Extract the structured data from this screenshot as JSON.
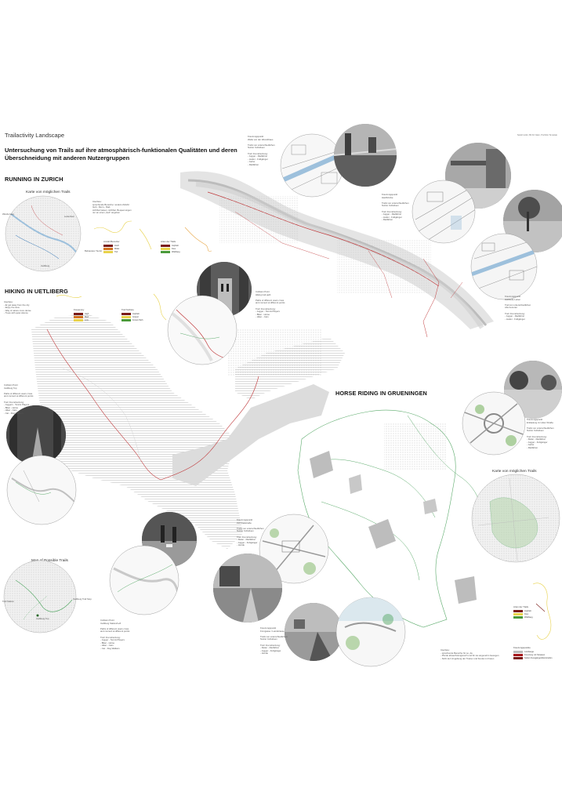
{
  "header": {
    "subtitle": "Trailactivity Landscape",
    "title": "Untersuchung von Trails auf ihre atmosphärisch-funktionalen Qualitäten und deren Überschneidung mit anderen Nutzergruppen",
    "top_right_note": "Sarah Hofer, Bit für Natur, Portfolio Template"
  },
  "sections": {
    "running": "RUNNING IN ZURICH",
    "hiking": "HIKING IN UETLIBERG",
    "horse": "HORSE RIDING IN GRUENINGEN"
  },
  "captions": {
    "running_map": "Karte von möglichen Trails",
    "hiking_map": "Map of Possible Trails",
    "horse_map": "Karte von möglichen Trails"
  },
  "map_labels": {
    "running_left": "Wanderweg",
    "running_top": "Lettenbad",
    "running_bottom_right": "Bebauteter Teufel",
    "running_bottom": "Uetliberg",
    "hiking_left": "Trail Station",
    "hiking_center": "Uetliberg Top",
    "hiking_right": "Uetliberg Trail Stop"
  },
  "notes": {
    "running_top_left": "Interface:\nsprechende Bereiche / anders Zufahrt\nGeh-, Renn-, Rad-\nsichtbar lassen, sichtbar. Bequemungen\nnur an einen „Gelt“ angeben",
    "running_circle_top": "Kreuzungspunkt\nWelle von der Wenckhaus\n\nTrails von unterschiedlichen\nNutzer Individuen\n\nTrail:      Fremdnutzung:\n- Jogger    - Radfahrer\n- Läufer    - Fußgänger\n- Geher\n- Radfahrer",
    "running_circle_mid": "Kreuzungspunkt\nHardbrücke\n\nTrails von unterschiedlichen\nNutzer Individuen\n\nTrail:     Fremdnutzung:\n- Jogger   - Radfahrer\n- Läufer   - Fußgänger\n- Radfahrer",
    "running_circle_right": "Kreuzungspunkt\nHaltstelle Letten\n\nTrail von unterschiedlichen\nAbs herunter\n\nTrail:   Fremdnutzung:\n- Jogger - Radfahrer\n- Läufer - Fußgänger",
    "hiking_left": "Interface:\n- Er get away from the city\n- Enjoy the view\n- Way of nature more dense\n- Trees with quiet silence",
    "hiking_circle_top": "Collision Point\nHiking trail path\n\nPaths of different users cross\nand connect at different points\n\nTrail:    Fremdnutzung:\n- Jogger  - Tennis Players\n- Biker   - Horse\n- Hiker   - Cars",
    "hiking_mid_left": "Collision Point\nUetliberg Top\n\nPaths of different users cross\nand connect at different points\n\nTrail:      Fremdnutzung:\n- Joggers   - Tennis Players\n- Biker     - Horse\n- Hiker     - Cars\n- Car       - Dog Walkers",
    "hiking_bottom": "Collision Point\nUetliberg Station/Left\n\nPaths of different users cross\nand connect at different points\n\nTrail:     Fremdnutzung:\n- Jogger   - Tennis Players\n- Biker    - Horse\n- Hiker    - Cars\n- Car      - Dog Walkers",
    "horse_circle_top": "Kreuzungspunkt\nEntlastung zur alten Straße\n\nTrails von unterschiedlichen\nNutzer Individuen\n\nTrail:     Fremdnutzung:\n- Reiter   - Radfahrer\n- Jogger   - Fußgänger\n- Geher\n- Radfahrer",
    "horse_circle_mid": "Kreuzungspunkt\nZell Wattstraße\n\nTrails von unterschiedlichen\nNutzer Individuen\n\nTrail:     Fremdnutzung:\n- Reiter   - Radfahrer\n- Jogger   - Fußgänger\n- Hunde",
    "horse_circle_bottom": "Kreuzungspunkt\nFrongasse / Landstrasse\n\nTrails von unterschiedlichen\nNutzer Individuen\n\nTrail:     Fremdnutzung:\n- Reiter   - Radfahrer\n- Jogger   - Fußgänger\n- Hunde",
    "horse_bottom": "Interface:\n- sprechende Bereiche für so, da\n- Pferde abwechslungsreich und für sie angenehm bewegen\n- Sicht der Umgebung der Trainer und Kunde im Freien"
  },
  "legends": {
    "running_a": {
      "title": "Anzahl Benutzer",
      "items": [
        {
          "label": "Hoch",
          "color": "#7a1a16"
        },
        {
          "label": "Mittel",
          "color": "#d4731f"
        },
        {
          "label": "Tief",
          "color": "#e8d24a"
        }
      ]
    },
    "running_b": {
      "title": "Arten der Trails",
      "items": [
        {
          "label": "Asphalt",
          "color": "#7a1a16"
        },
        {
          "label": "Kies",
          "color": "#e8d24a"
        },
        {
          "label": "Waldweg",
          "color": "#4a9a3a"
        }
      ]
    },
    "hiking_a": {
      "title": "Frequency",
      "items": [
        {
          "label": "High",
          "color": "#7a1a16"
        },
        {
          "label": "Med",
          "color": "#d4731f"
        },
        {
          "label": "Low",
          "color": "#e8d24a"
        }
      ]
    },
    "hiking_b": {
      "title": "Trail Surface",
      "items": [
        {
          "label": "Asphalt",
          "color": "#7a1a16"
        },
        {
          "label": "Gravel",
          "color": "#e8d24a"
        },
        {
          "label": "Forest Path",
          "color": "#4a9a3a"
        }
      ]
    },
    "horse_a": {
      "title": "Arten der Trails",
      "items": [
        {
          "label": "Asphalt",
          "color": "#7a1a16"
        },
        {
          "label": "Kies",
          "color": "#e8d24a"
        },
        {
          "label": "Waldweg",
          "color": "#4a9a3a"
        }
      ]
    },
    "horse_b": {
      "title": "Kreuzungspunkte",
      "items": [
        {
          "label": "Landwege",
          "color": "#bbbbbb"
        },
        {
          "label": "Kreuzung mit Strassen",
          "color": "#a5161a"
        },
        {
          "label": "Selten Fussgängerüberstreifen",
          "color": "#7a1a16"
        }
      ]
    }
  },
  "colors": {
    "trail_red": "#c0393b",
    "trail_green": "#5aaa6a",
    "forest_hatch": "#cfcfcf",
    "map_gray": "#d8d8d8",
    "river_blue": "#9dc0dc"
  }
}
